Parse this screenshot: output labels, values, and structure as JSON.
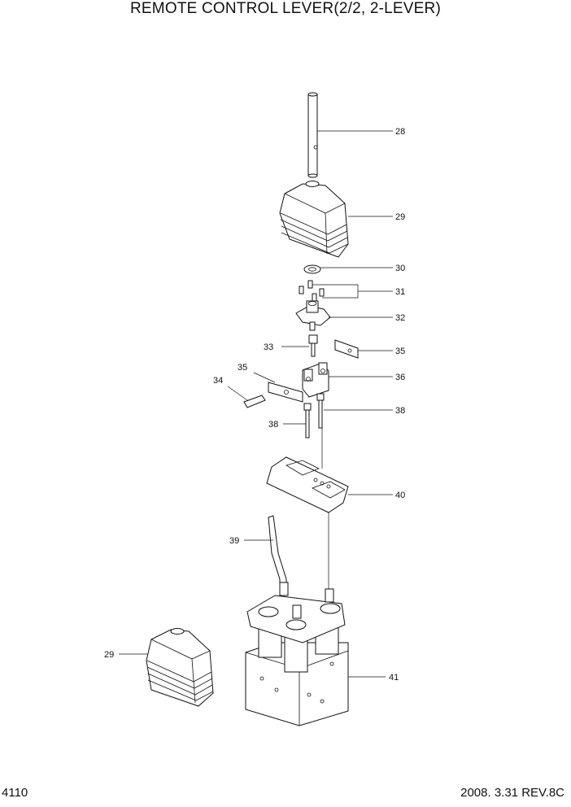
{
  "title": "REMOTE CONTROL LEVER(2/2, 2-LEVER)",
  "page_number": "4110",
  "revision": "2008. 3.31  REV.8C",
  "callouts": {
    "p28": "28",
    "p29_top": "29",
    "p30": "30",
    "p31": "31",
    "p32": "32",
    "p33": "33",
    "p35_right": "35",
    "p35_left": "35",
    "p36": "36",
    "p34": "34",
    "p38_left": "38",
    "p38_right": "38",
    "p40": "40",
    "p39": "39",
    "p29_bottom": "29",
    "p41": "41"
  }
}
